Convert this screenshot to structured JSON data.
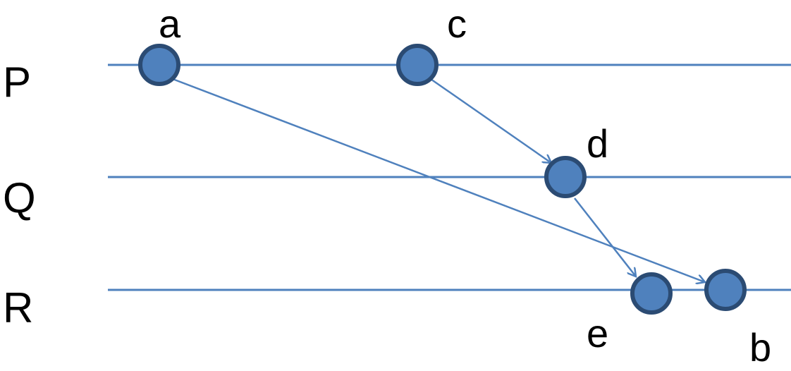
{
  "processes": [
    {
      "id": "P",
      "label": "P"
    },
    {
      "id": "Q",
      "label": "Q"
    },
    {
      "id": "R",
      "label": "R"
    }
  ],
  "events": [
    {
      "id": "a",
      "label": "a",
      "process": "P"
    },
    {
      "id": "c",
      "label": "c",
      "process": "P"
    },
    {
      "id": "d",
      "label": "d",
      "process": "Q"
    },
    {
      "id": "e",
      "label": "e",
      "process": "R"
    },
    {
      "id": "b",
      "label": "b",
      "process": "R"
    }
  ],
  "messages": [
    {
      "from": "a",
      "to": "b"
    },
    {
      "from": "c",
      "to": "d"
    },
    {
      "from": "d",
      "to": "e"
    }
  ],
  "colors": {
    "line": "#4f81bd",
    "node_fill": "#4f81bd",
    "node_stroke": "#2b4b73",
    "text": "#000000"
  }
}
